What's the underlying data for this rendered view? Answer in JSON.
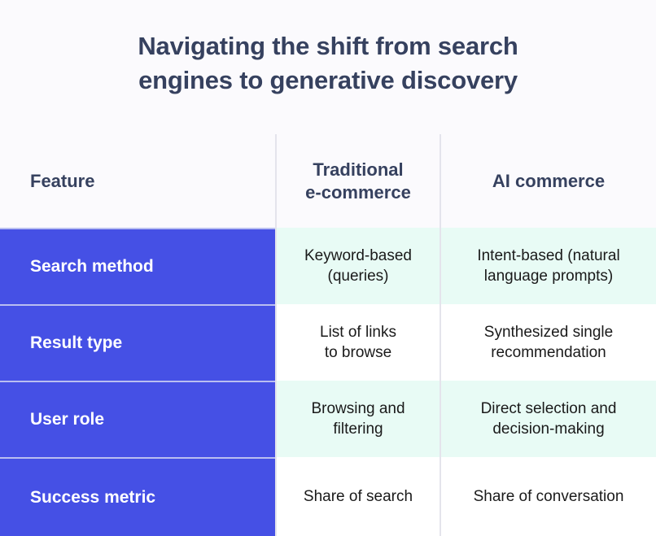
{
  "theme": {
    "page_background": "#fbfafd",
    "title_color": "#36415f",
    "accent_blue": "#4550e5",
    "tint_mint": "#e8fbf5",
    "tint_white": "#ffffff",
    "divider_color": "#e4e4ec",
    "blue_divider_color": "#b9bef1",
    "body_text_color": "#1a1a1a"
  },
  "title": {
    "line1": "Navigating the shift from search",
    "line2": "engines to generative discovery"
  },
  "table": {
    "headers": {
      "feature": "Feature",
      "traditional_line1": "Traditional",
      "traditional_line2": "e-commerce",
      "ai": "AI commerce"
    },
    "rows": [
      {
        "feature": "Search method",
        "traditional_line1": "Keyword-based",
        "traditional_line2": "(queries)",
        "ai_line1": "Intent-based (natural",
        "ai_line2": "language prompts)",
        "tint": "mint"
      },
      {
        "feature": "Result type",
        "traditional_line1": "List of links",
        "traditional_line2": "to browse",
        "ai_line1": "Synthesized single",
        "ai_line2": "recommendation",
        "tint": "white"
      },
      {
        "feature": "User role",
        "traditional_line1": "Browsing and",
        "traditional_line2": "filtering",
        "ai_line1": "Direct selection and",
        "ai_line2": "decision-making",
        "tint": "mint"
      },
      {
        "feature": "Success metric",
        "traditional_line1": "Share of search",
        "traditional_line2": "",
        "ai_line1": "Share of conversation",
        "ai_line2": "",
        "tint": "white"
      }
    ]
  }
}
